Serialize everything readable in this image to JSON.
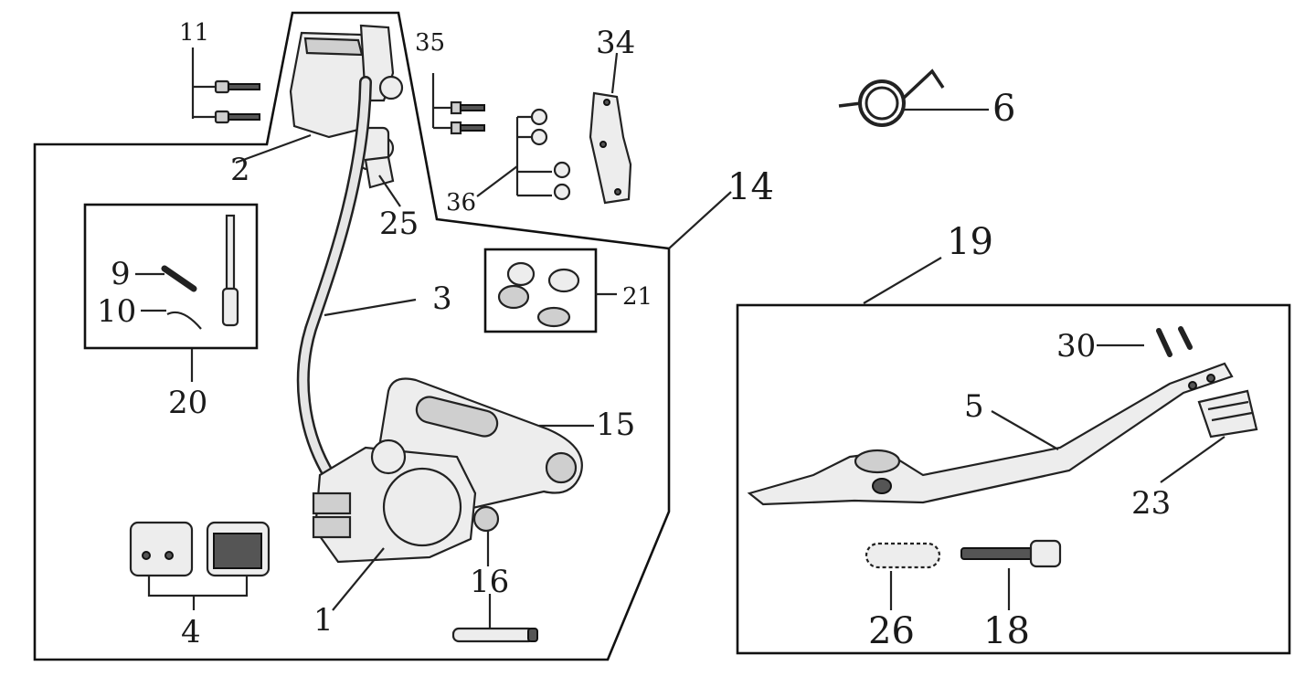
{
  "labels": {
    "l1": "1",
    "l2": "2",
    "l3": "3",
    "l4": "4",
    "l5": "5",
    "l6": "6",
    "l9": "9",
    "l10": "10",
    "l11": "11",
    "l14": "14",
    "l15": "15",
    "l16": "16",
    "l18": "18",
    "l19": "19",
    "l20": "20",
    "l21": "21",
    "l23": "23",
    "l25": "25",
    "l26": "26",
    "l30": "30",
    "l34": "34",
    "l35": "35",
    "l36": "36"
  }
}
